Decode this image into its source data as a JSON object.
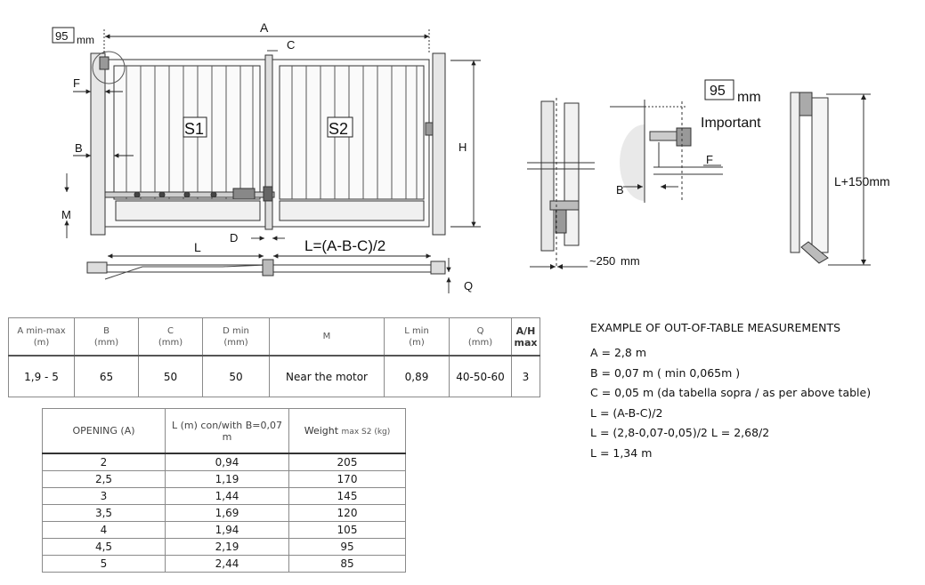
{
  "drawing_labels": {
    "box_95_main": "95",
    "mm_main": "mm",
    "A": "A",
    "C": "C",
    "F": "F",
    "B": "B",
    "S1": "S1",
    "S2": "S2",
    "H": "H",
    "M": "M",
    "D": "D",
    "L": "L",
    "L_formula": "L=(A-B-C)/2",
    "Q": "Q",
    "approx_250": "~250",
    "mm_250": "mm",
    "box_95_detail": "95",
    "mm_detail": "mm",
    "important": "Important",
    "F_detail": "F",
    "B_detail": "B",
    "L_plus_150": "L+150mm"
  },
  "spec_table": {
    "headers": [
      {
        "line1": "A min-max",
        "line2": "(m)"
      },
      {
        "line1": "B",
        "line2": "(mm)"
      },
      {
        "line1": "C",
        "line2": "(mm)"
      },
      {
        "line1": "D min",
        "line2": "(mm)"
      },
      {
        "line1": "M",
        "line2": ""
      },
      {
        "line1": "L min",
        "line2": "(m)"
      },
      {
        "line1": "Q",
        "line2": "(mm)"
      },
      {
        "line1": "A/H",
        "line2": "max"
      }
    ],
    "row": [
      "1,9 - 5",
      "65",
      "50",
      "50",
      "Near the motor",
      "0,89",
      "40-50-60",
      "3"
    ]
  },
  "opening_table": {
    "headers": {
      "opening": "OPENING (A)",
      "l_value": "L (m) con/with B=0,07 m",
      "weight_main": "Weight",
      "weight_suffix": "max S2 (kg)"
    },
    "rows": [
      [
        "2",
        "0,94",
        "205"
      ],
      [
        "2,5",
        "1,19",
        "170"
      ],
      [
        "3",
        "1,44",
        "145"
      ],
      [
        "3,5",
        "1,69",
        "120"
      ],
      [
        "4",
        "1,94",
        "105"
      ],
      [
        "4,5",
        "2,19",
        "95"
      ],
      [
        "5",
        "2,44",
        "85"
      ]
    ]
  },
  "example": {
    "title": "EXAMPLE OF OUT-OF-TABLE MEASUREMENTS",
    "lines": [
      "A = 2,8 m",
      "B = 0,07 m ( min 0,065m )",
      "C = 0,05 m (da tabella sopra / as per above table)",
      "L = (A-B-C)/2",
      "L = (2,8-0,07-0,05)/2 L = 2,68/2",
      "L = 1,34 m"
    ]
  }
}
